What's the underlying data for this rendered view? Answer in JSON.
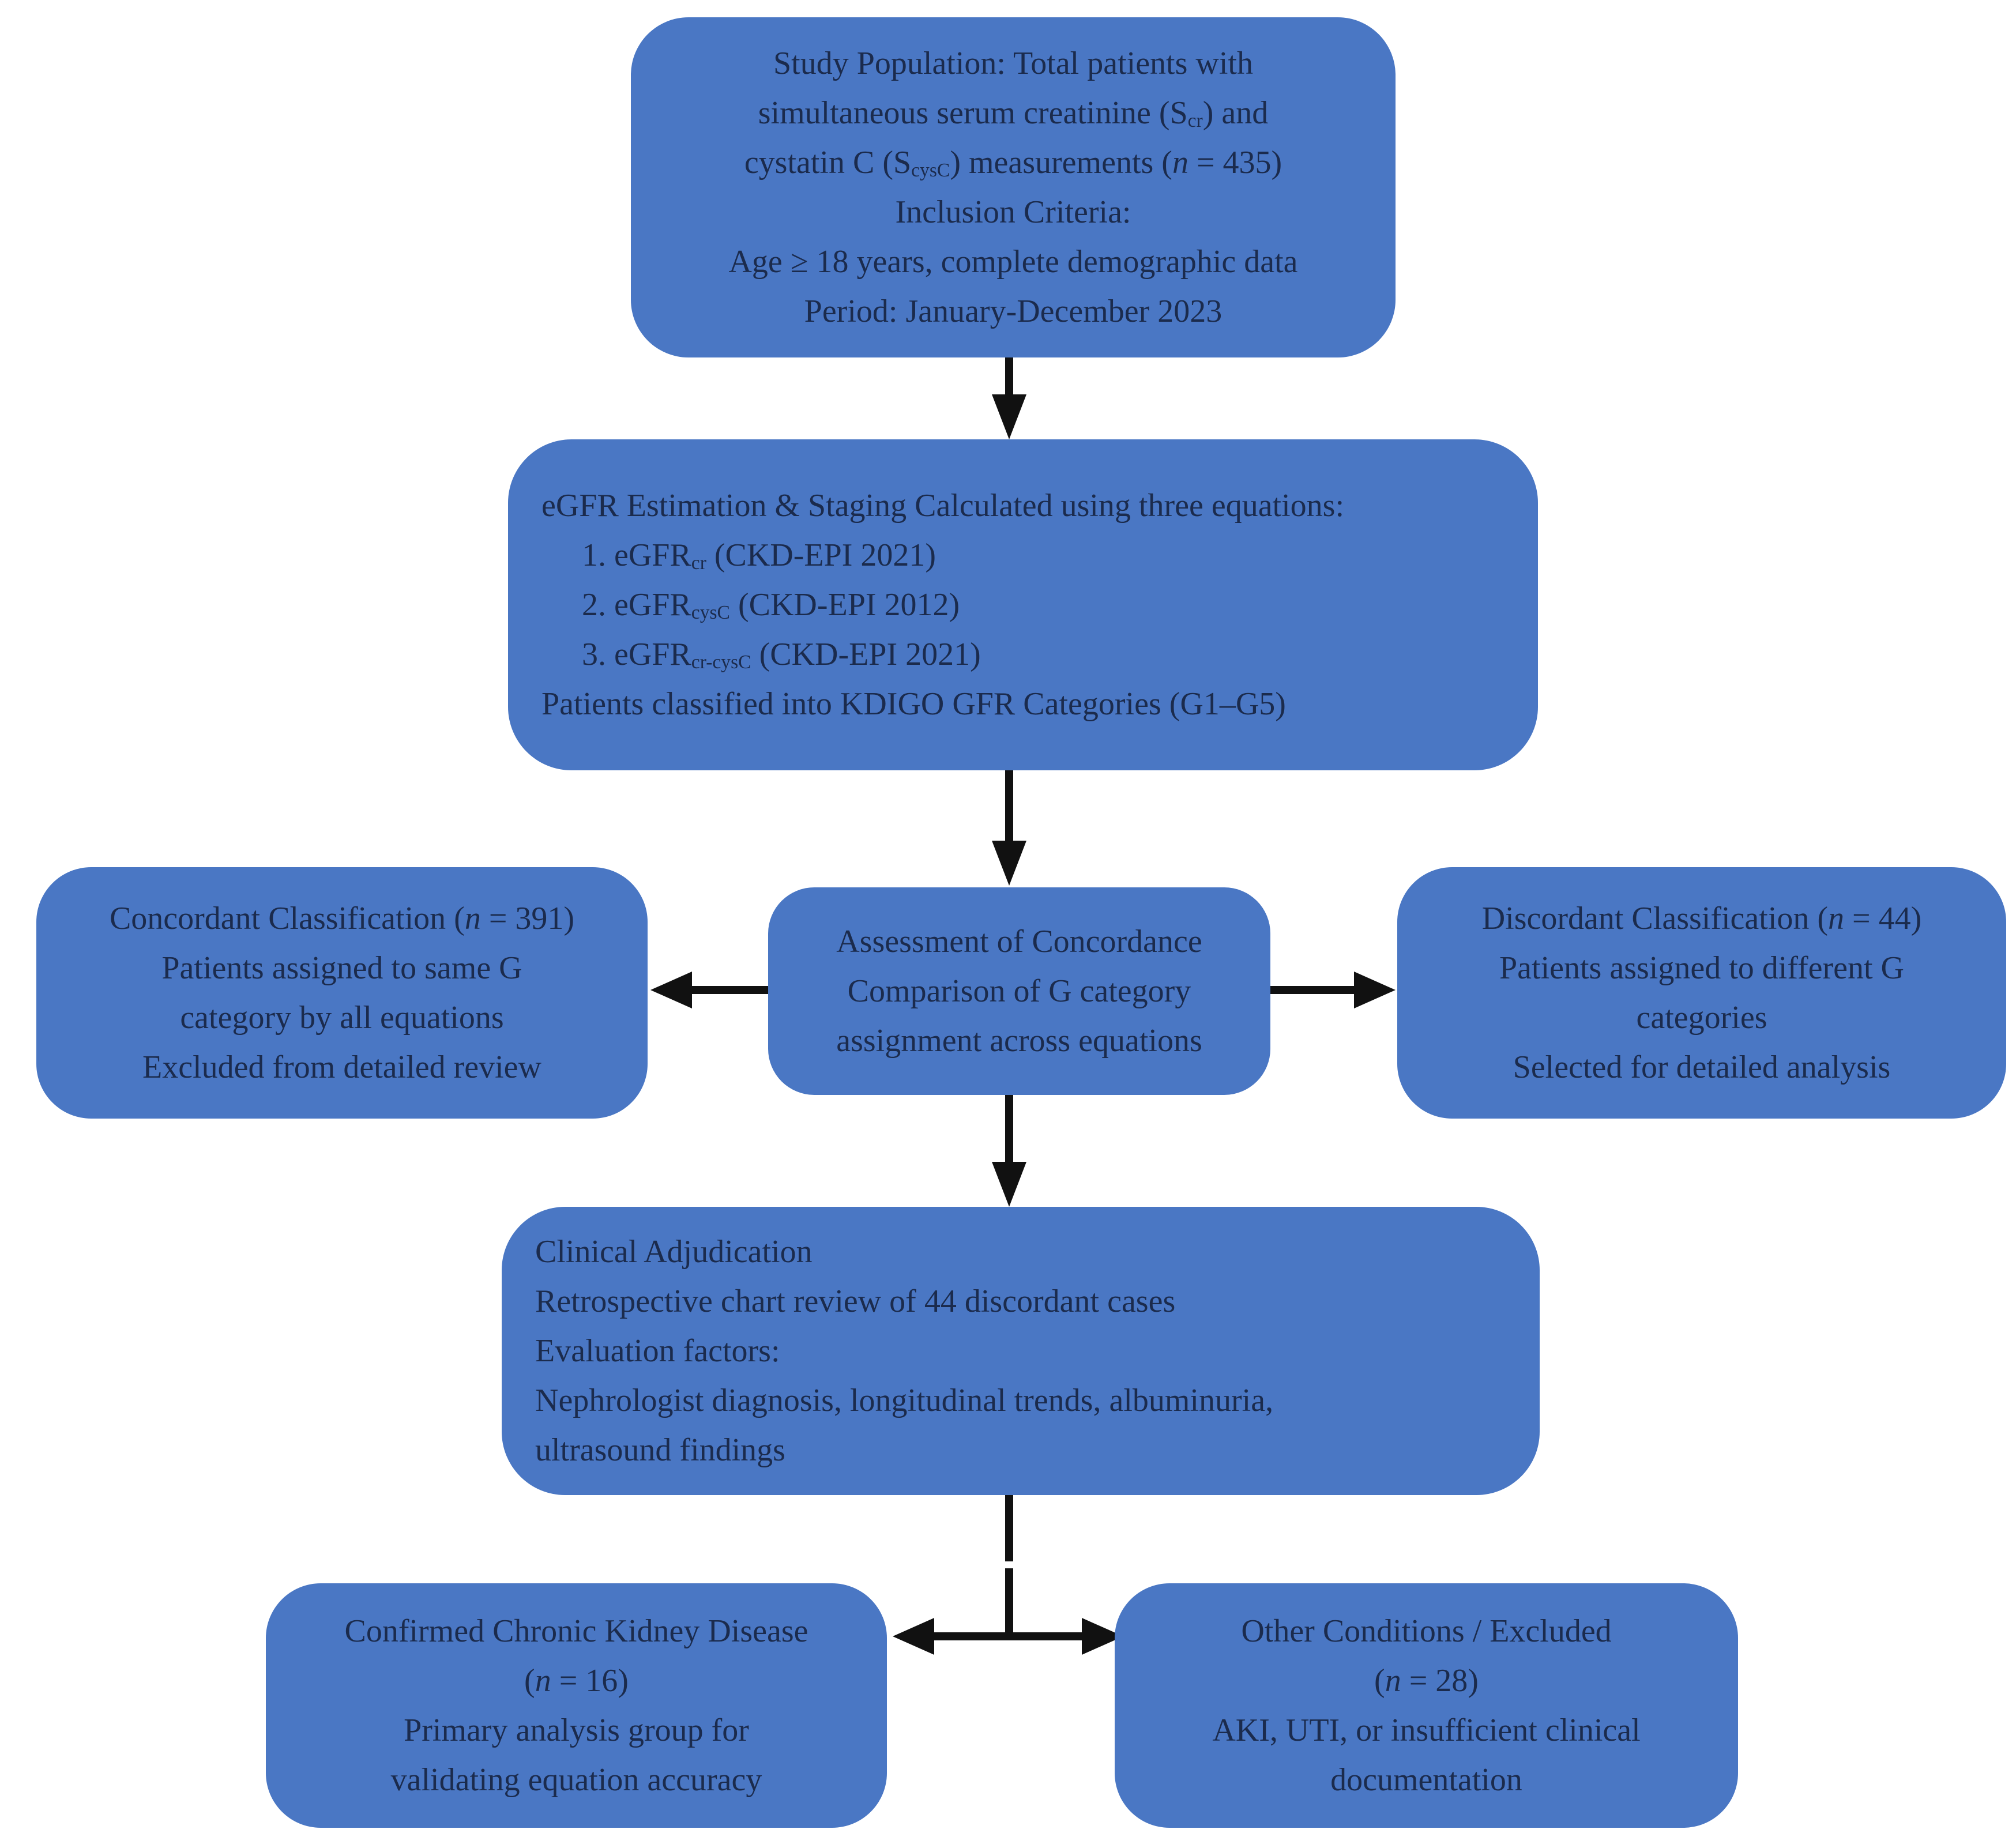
{
  "figure": {
    "background_color": "#FFFFFF",
    "box_fill_color": "#4A77C4",
    "text_color": "#1B2B4D",
    "arrow_color": "#111111"
  },
  "boxes": {
    "study_population": {
      "lines": [
        "Study Population: Total patients with",
        "simultaneous serum creatinine (S~cr~) and",
        "cystatin C (S~cysC~) measurements (*n* = 435)",
        "Inclusion Criteria:",
        "Age ≥ 18 years, complete demographic data",
        "Period: January-December 2023"
      ]
    },
    "egfr_estimation": {
      "lines": [
        "eGFR Estimation & Staging Calculated using three equations:",
        "1. eGFR~cr~ (CKD-EPI 2021)",
        "2. eGFR~cysC~ (CKD-EPI 2012)",
        "3. eGFR~cr-cysC~ (CKD-EPI 2021)",
        "Patients classified into KDIGO GFR Categories (G1–G5)"
      ]
    },
    "concordant": {
      "lines": [
        "Concordant Classification (*n* = 391)",
        "Patients assigned to same G",
        "category by all equations",
        "Excluded from detailed review"
      ]
    },
    "assessment": {
      "lines": [
        "Assessment of Concordance",
        "Comparison of G category",
        "assignment across equations"
      ]
    },
    "discordant": {
      "lines": [
        "Discordant Classification (*n* = 44)",
        "Patients assigned to different G",
        "categories",
        "Selected for detailed analysis"
      ]
    },
    "clinical_adjudication": {
      "lines": [
        "Clinical Adjudication",
        "Retrospective chart review of 44 discordant cases",
        "Evaluation factors:",
        "Nephrologist diagnosis, longitudinal trends, albuminuria,",
        "ultrasound findings"
      ]
    },
    "confirmed_ckd": {
      "lines": [
        "Confirmed Chronic Kidney Disease",
        "(*n* = 16)",
        "Primary analysis group for",
        "validating equation accuracy"
      ]
    },
    "other_excluded": {
      "lines": [
        "Other Conditions / Excluded",
        "(*n* = 28)",
        "AKI, UTI, or insufficient clinical",
        "documentation"
      ]
    }
  }
}
